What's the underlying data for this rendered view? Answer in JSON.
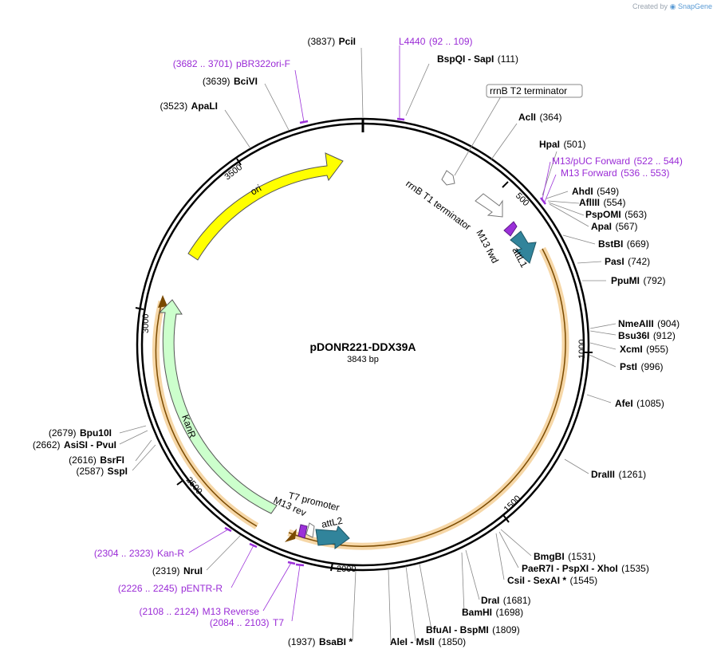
{
  "credit": {
    "prefix": "Created by",
    "brand": "SnapGene"
  },
  "plasmid": {
    "name": "pDONR221-DDX39A",
    "length": "3843 bp"
  },
  "ruler_ticks": [
    "500",
    "1000",
    "1500",
    "2000",
    "2500",
    "3000",
    "3500"
  ],
  "features": [
    {
      "id": "ori",
      "label": "ori",
      "color": "#ffff00"
    },
    {
      "id": "kanr",
      "label": "KanR",
      "color": "#ccffcc"
    },
    {
      "id": "attl1",
      "label": "attL1",
      "color": "#31849b"
    },
    {
      "id": "attl2",
      "label": "attL2",
      "color": "#31849b"
    },
    {
      "id": "m13fwd",
      "label": "M13 fwd",
      "color": "#9b30d9"
    },
    {
      "id": "m13rev",
      "label": "M13 rev",
      "color": "#9b30d9"
    },
    {
      "id": "t7prom",
      "label": "T7 promoter",
      "color": "#ffffff"
    },
    {
      "id": "rrnbt1",
      "label": "rrnB T1 terminator",
      "color": "#ffffff"
    },
    {
      "id": "rrnbt2",
      "label": "rrnB T2 terminator",
      "color": "#ffffff"
    }
  ],
  "sites": [
    {
      "name": "PciI",
      "pos": "(3837)"
    },
    {
      "name": "BspQI - SapI",
      "pos": "(111)"
    },
    {
      "name": "AclI",
      "pos": "(364)"
    },
    {
      "name": "HpaI",
      "pos": "(501)"
    },
    {
      "name": "AhdI",
      "pos": "(549)"
    },
    {
      "name": "AflIII",
      "pos": "(554)"
    },
    {
      "name": "PspOMI",
      "pos": "(563)"
    },
    {
      "name": "ApaI",
      "pos": "(567)"
    },
    {
      "name": "BstBI",
      "pos": "(669)"
    },
    {
      "name": "PasI",
      "pos": "(742)"
    },
    {
      "name": "PpuMI",
      "pos": "(792)"
    },
    {
      "name": "NmeAIII",
      "pos": "(904)"
    },
    {
      "name": "Bsu36I",
      "pos": "(912)"
    },
    {
      "name": "XcmI",
      "pos": "(955)"
    },
    {
      "name": "PstI",
      "pos": "(996)"
    },
    {
      "name": "AfeI",
      "pos": "(1085)"
    },
    {
      "name": "DraIII",
      "pos": "(1261)"
    },
    {
      "name": "BmgBI",
      "pos": "(1531)"
    },
    {
      "name": "PaeR7I - PspXI - XhoI",
      "pos": "(1535)"
    },
    {
      "name": "CsiI - SexAI *",
      "pos": "(1545)"
    },
    {
      "name": "DraI",
      "pos": "(1681)"
    },
    {
      "name": "BamHI",
      "pos": "(1698)"
    },
    {
      "name": "BfuAI - BspMI",
      "pos": "(1809)"
    },
    {
      "name": "AleI - MslI",
      "pos": "(1850)"
    },
    {
      "name": "BsaBI *",
      "pos": "(1937)"
    },
    {
      "name": "NruI",
      "pos": "(2319)"
    },
    {
      "name": "SspI",
      "pos": "(2587)"
    },
    {
      "name": "BsrFI",
      "pos": "(2616)"
    },
    {
      "name": "AsiSI - PvuI",
      "pos": "(2662)"
    },
    {
      "name": "Bpu10I",
      "pos": "(2679)"
    },
    {
      "name": "ApaLI",
      "pos": "(3523)"
    },
    {
      "name": "BciVI",
      "pos": "(3639)"
    }
  ],
  "primers": [
    {
      "name": "L4440",
      "range": "(92 .. 109)"
    },
    {
      "name": "pBR322ori-F",
      "range": "(3682 .. 3701)"
    },
    {
      "name": "M13/pUC Forward",
      "range": "(522 .. 544)"
    },
    {
      "name": "M13 Forward",
      "range": "(536 .. 553)"
    },
    {
      "name": "Kan-R",
      "range": "(2304 .. 2323)"
    },
    {
      "name": "pENTR-R",
      "range": "(2226 .. 2245)"
    },
    {
      "name": "M13 Reverse",
      "range": "(2108 .. 2124)"
    },
    {
      "name": "T7",
      "range": "(2084 .. 2103)"
    }
  ],
  "callout": {
    "label": "rrnB T2 terminator"
  }
}
